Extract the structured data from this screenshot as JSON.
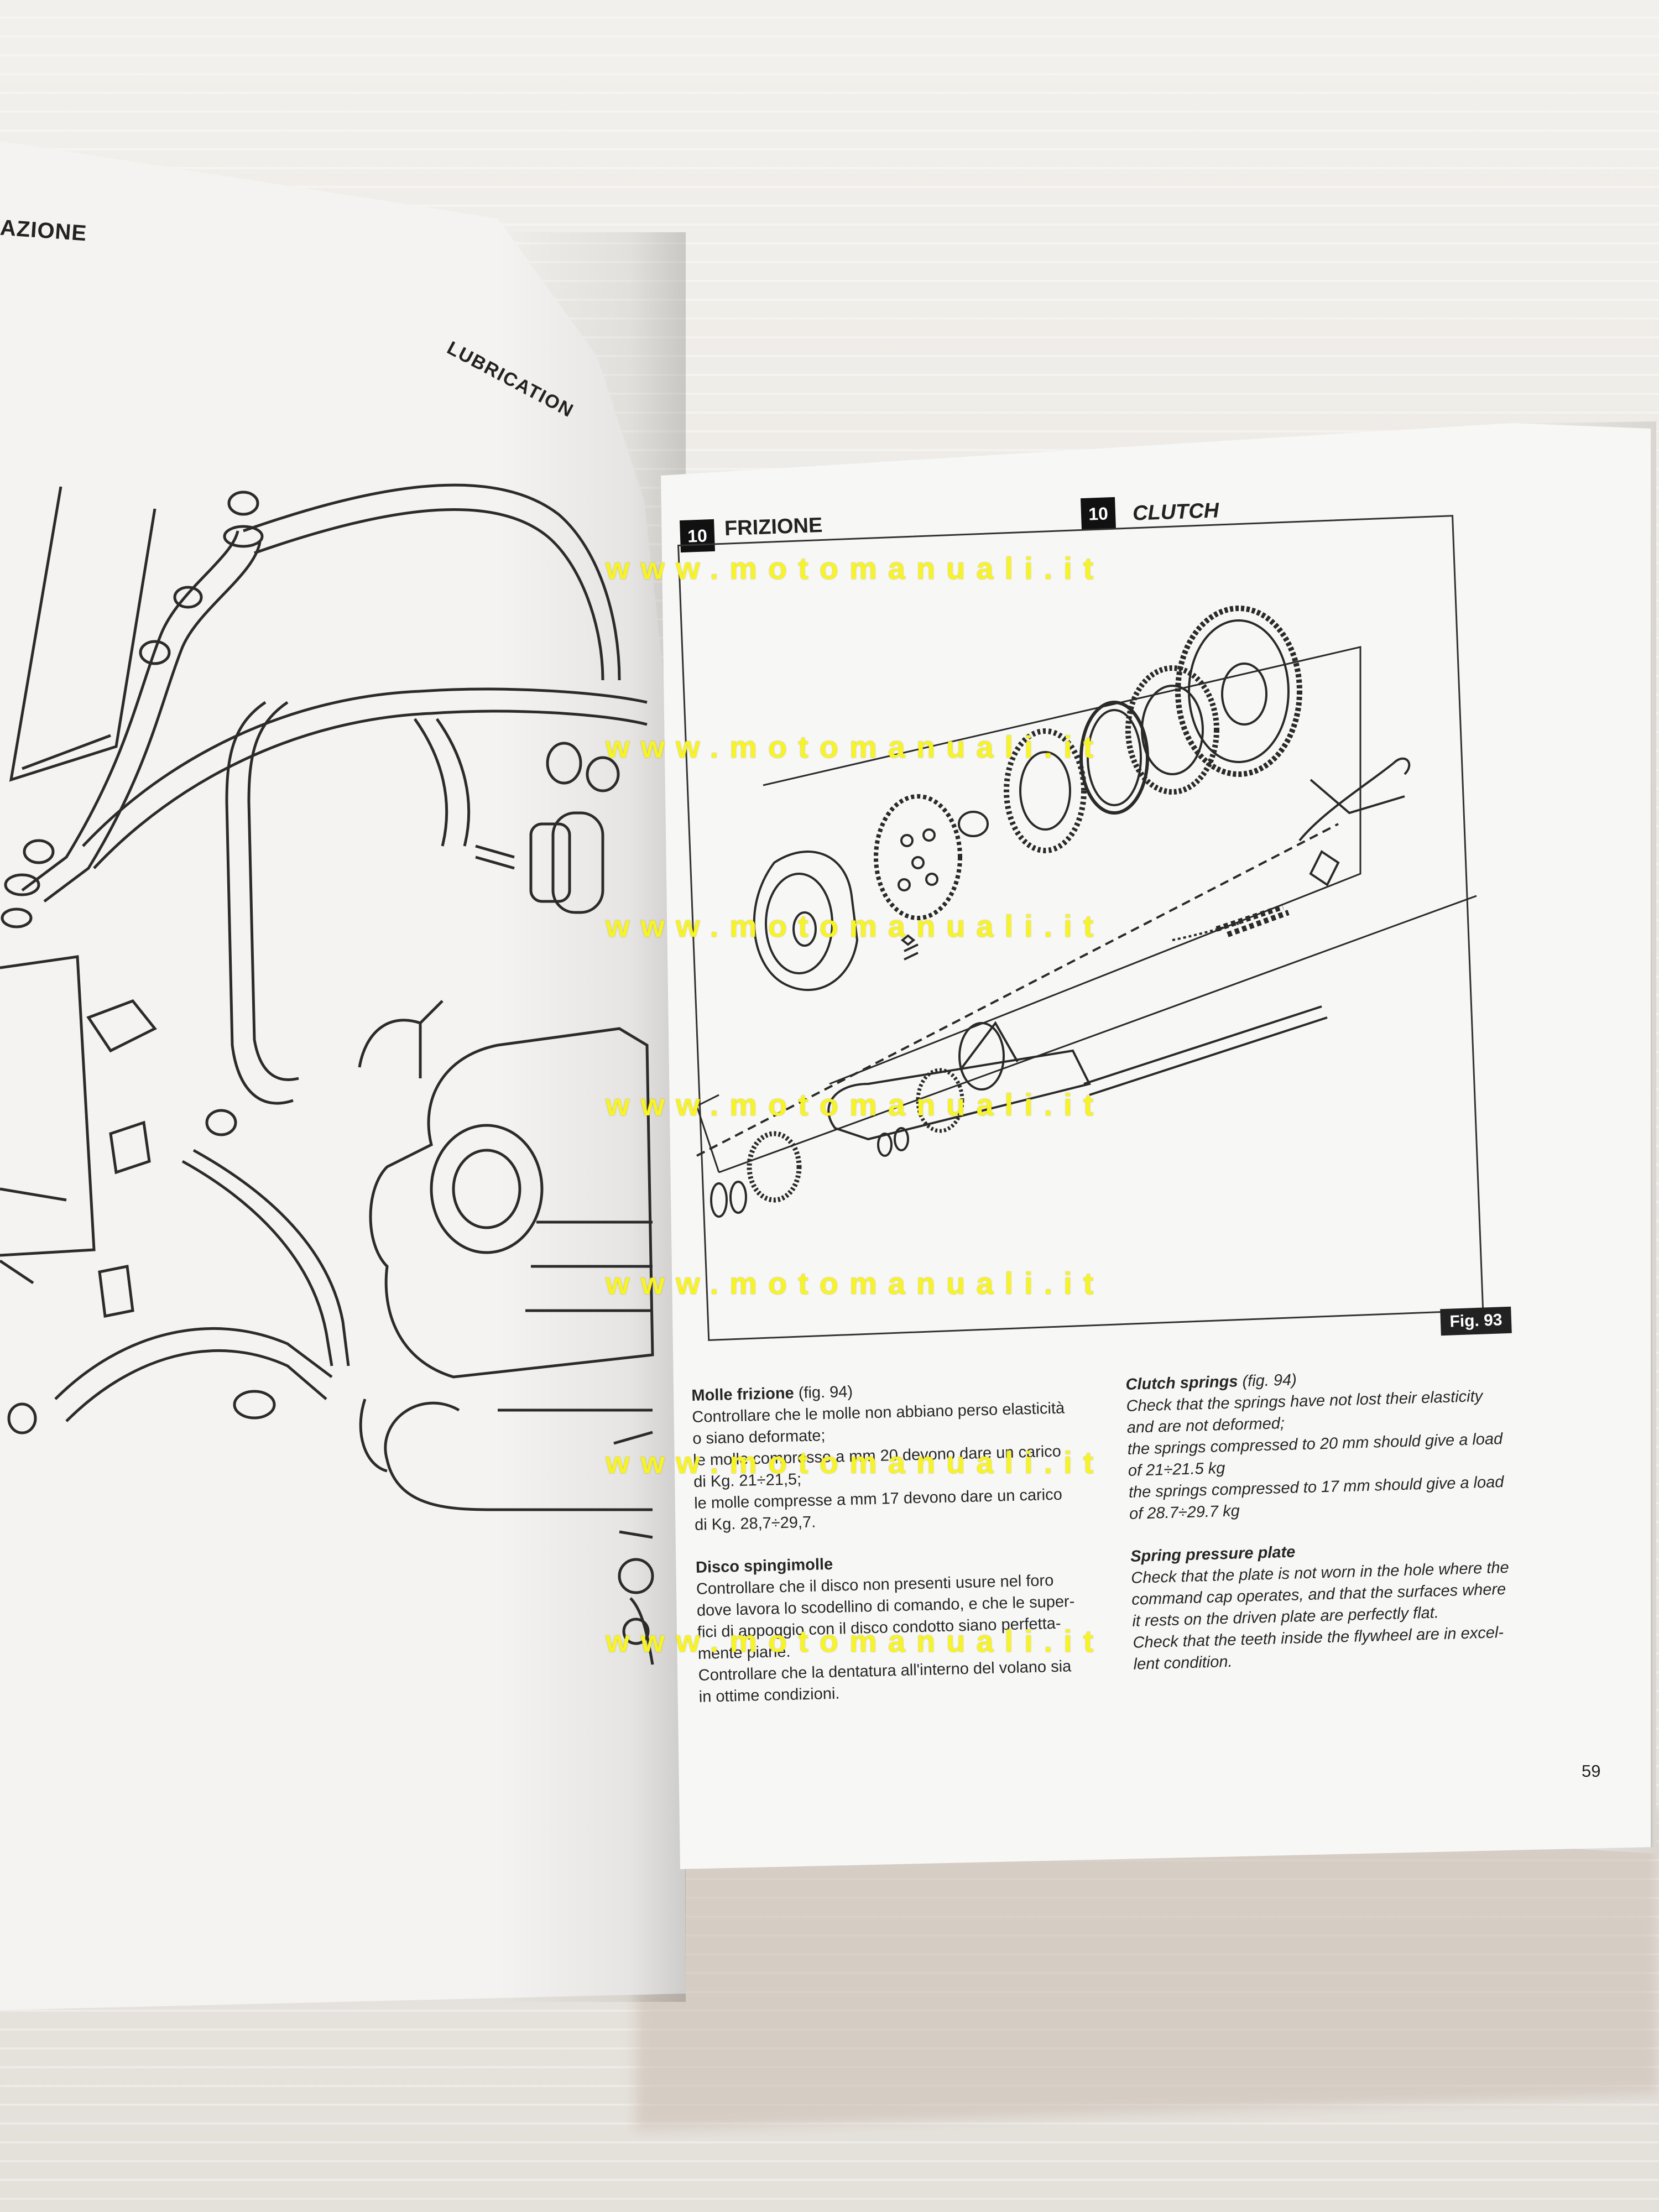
{
  "left_page": {
    "header_fragment": "AZIONE",
    "header_lubrication": "LUBRICATION"
  },
  "right_page": {
    "section_number": "10",
    "section_title_it": "FRIZIONE",
    "section_title_en": "CLUTCH",
    "figure_label": "Fig. 93",
    "page_number": "59"
  },
  "italian": {
    "heading1": "Molle frizione",
    "heading1_ref": "(fig. 94)",
    "lines1": [
      "Controllare che le molle non abbiano perso elasticità",
      "o siano deformate;",
      "le molle compresse a mm 20 devono dare un carico",
      "di Kg. 21÷21,5;",
      "le molle compresse a mm 17 devono dare un carico",
      "di Kg. 28,7÷29,7."
    ],
    "heading2": "Disco spingimolle",
    "lines2": [
      "Controllare che il disco non presenti usure nel foro",
      "dove lavora lo scodellino di comando, e che le super-",
      "fici di appoggio con il disco condotto siano perfetta-",
      "mente piane.",
      "Controllare che la dentatura all'interno del volano sia",
      "in ottime condizioni."
    ]
  },
  "english": {
    "heading1": "Clutch springs",
    "heading1_ref": "(fig. 94)",
    "lines1": [
      "Check that the springs have not lost their elasticity",
      "and are not deformed;",
      "the springs compressed to 20 mm should give a load",
      "of 21÷21.5 kg",
      "the springs compressed to 17 mm should give a load",
      "of 28.7÷29.7 kg"
    ],
    "heading2": "Spring pressure plate",
    "lines2": [
      "Check that the plate is not worn in the hole where the",
      "command cap operates, and that the surfaces where",
      "it rests on the driven plate are perfectly flat.",
      "Check that the teeth inside the flywheel are in excel-",
      "lent condition."
    ]
  },
  "watermark": "www.motomanuali.it"
}
